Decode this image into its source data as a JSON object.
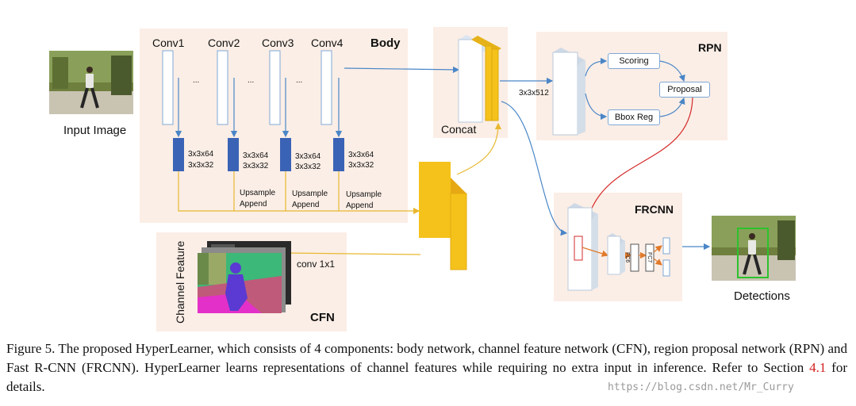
{
  "input": {
    "label": "Input Image"
  },
  "body": {
    "title": "Body",
    "conv_labels": [
      "Conv1",
      "Conv2",
      "Conv3",
      "Conv4"
    ],
    "ellipsis": "...",
    "reduce_labels": [
      "3x3x64",
      "3x3x32"
    ],
    "upsample_line1": "Upsample",
    "upsample_line2": "Append"
  },
  "concat": {
    "label": "Concat"
  },
  "rpn": {
    "title": "RPN",
    "input_dim": "3x3x512",
    "scoring": "Scoring",
    "bbox_reg": "Bbox Reg",
    "proposal": "Proposal"
  },
  "frcnn": {
    "title": "FRCNN",
    "fc6": "FC6",
    "fc7": "FC7"
  },
  "cfn": {
    "title": "CFN",
    "side_label": "Channel Feature",
    "conv": "conv 1x1"
  },
  "detections": {
    "label": "Detections"
  },
  "caption": {
    "text_a": "Figure 5. The proposed HyperLearner, which consists of 4 components: body network, channel feature network (CFN), region proposal network (RPN) and Fast R-CNN (FRCNN). HyperLearner learns representations of channel features while requiring no extra input in inference. Refer to Section ",
    "ref": "4.1",
    "text_b": " for details."
  },
  "watermark": "https://blog.csdn.net/Mr_Curry",
  "colors": {
    "panel": "#fbeee6",
    "blue_block": "#3a63b6",
    "yellow": "#f5c21b",
    "arrow_blue": "#4a86c8",
    "arrow_yellow": "#e8b830",
    "arrow_red": "#d42a2a"
  }
}
